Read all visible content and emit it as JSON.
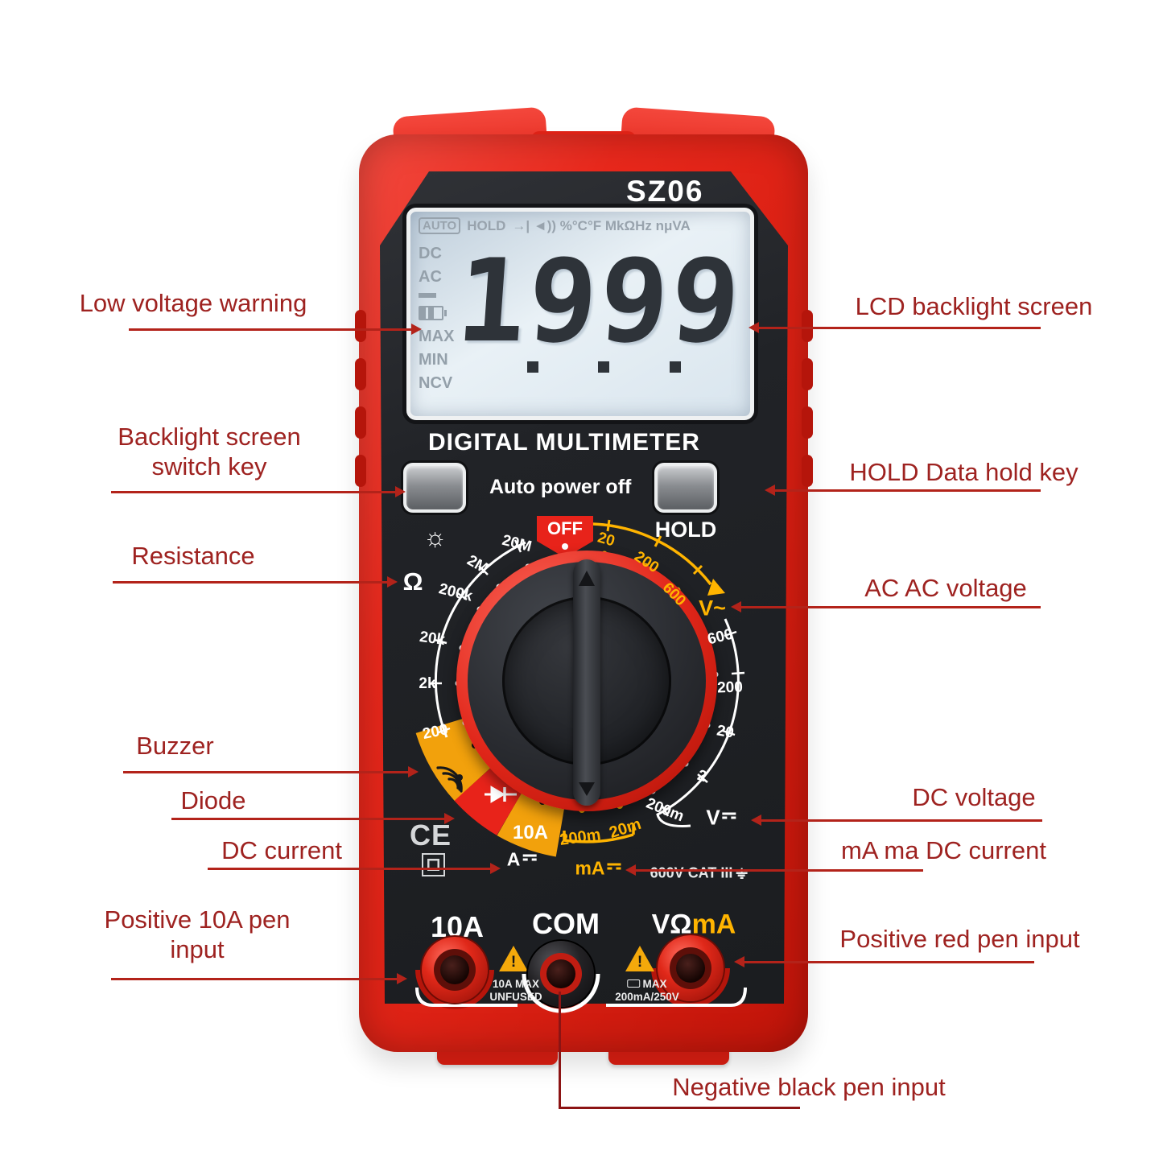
{
  "annotations": {
    "low_voltage": "Low voltage warning",
    "backlight_key": "Backlight screen switch key",
    "resistance": "Resistance",
    "buzzer": "Buzzer",
    "diode": "Diode",
    "dc_current": "DC current",
    "pos_10a": "Positive 10A pen input",
    "lcd_screen": "LCD backlight screen",
    "hold_key": "HOLD Data hold key",
    "ac_voltage": "AC AC voltage",
    "dc_voltage": "DC voltage",
    "ma_current": "mA ma DC current",
    "red_pen": "Positive red pen input",
    "black_pen": "Negative black pen input"
  },
  "device": {
    "model": "SZ06",
    "title": "DIGITAL MULTIMETER",
    "auto_power_off": "Auto power off",
    "hold_button": "HOLD",
    "off": "OFF",
    "lcd": {
      "status_auto": "AUTO",
      "status_hold": "HOLD",
      "status_symbols": "→| ◄)) %°C°F MkΩHz nμVA",
      "mode_dc": "DC",
      "mode_ac": "AC",
      "max": "MAX",
      "min": "MIN",
      "ncv": "NCV",
      "reading": "1999"
    },
    "dial": {
      "ohm": "Ω",
      "resistance": [
        "20M",
        "2M",
        "200k",
        "20k",
        "2k",
        "200"
      ],
      "ac_volts": [
        "20",
        "200",
        "600"
      ],
      "ac_v": "V~",
      "dc_volts": [
        "600",
        "200",
        "20",
        "2",
        "200m"
      ],
      "dc_v": "V",
      "current": [
        "10A",
        "200m",
        "20m"
      ],
      "a_dc": "A",
      "ma_dc": "mA",
      "rating": "600V CAT III"
    },
    "jacks": {
      "amp": "10A",
      "com": "COM",
      "v": "VΩ",
      "v_ma": "mA",
      "amp_note1": "10A MAX",
      "amp_note2": "UNFUSED",
      "ma_note1": "MAX",
      "ma_note2": "200mA/250V"
    },
    "ce": "CE"
  },
  "icons": {
    "backlight": "☼",
    "warning": "!"
  },
  "colors": {
    "body_red": "#e8281c",
    "accent_yellow": "#ffb400",
    "label_red": "#9e2220",
    "leader_red": "#b3231a"
  }
}
